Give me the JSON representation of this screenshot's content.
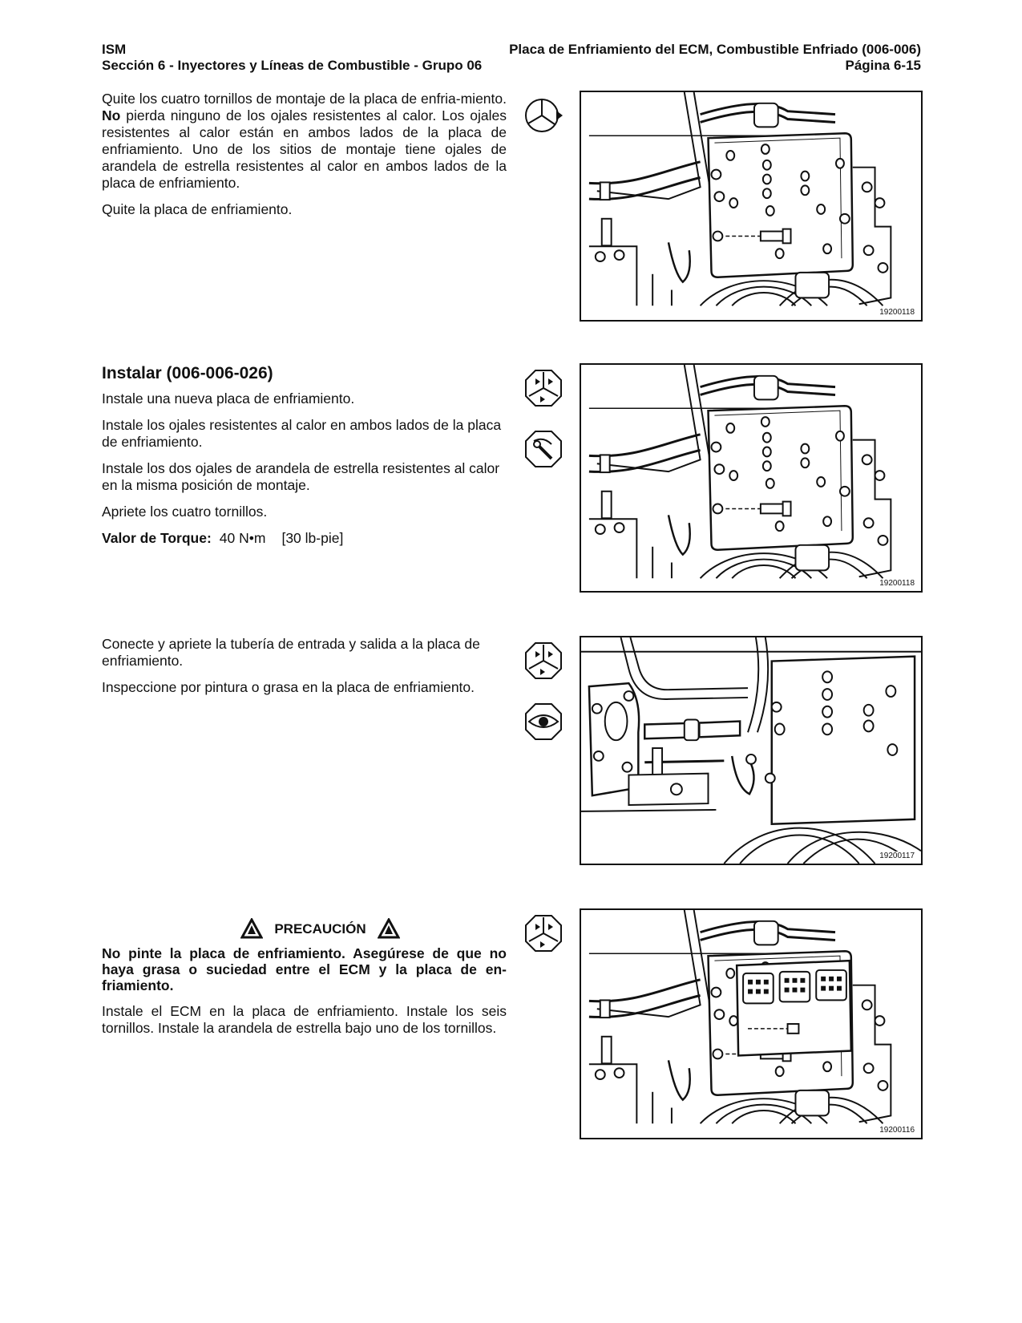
{
  "header": {
    "left_line1": "ISM",
    "right_line1": "Placa de Enfriamiento del ECM, Combustible Enfriado (006-006)",
    "left_line2": "Sección 6 - Inyectores y Líneas de Combustible - Grupo 06",
    "right_line2": "Página 6-15"
  },
  "block1": {
    "p1_a": "Quite los cuatro tornillos de montaje de la placa de enfria-miento. ",
    "p1_bold": "No",
    "p1_b": " pierda ninguno de los ojales resistentes al calor. Los ojales resistentes al calor están en ambos lados de la placa de enfriamiento. Uno de los sitios de montaje tiene ojales de arandela de estrella resistentes al calor en ambos lados de la placa de enfriamiento.",
    "p2": "Quite la placa de enfriamiento.",
    "figure_number": "19200118"
  },
  "block2": {
    "title": "Instalar (006-006-026)",
    "p1": "Instale una nueva placa de enfriamiento.",
    "p2": "Instale los ojales resistentes al calor en ambos lados de la placa de enfriamiento.",
    "p3": "Instale los dos ojales de arandela de estrella resistentes al calor en la misma posición de montaje.",
    "p4": "Apriete los cuatro tornillos.",
    "torque_label": "Valor de Torque:",
    "torque_metric": "40 N•m",
    "torque_imperial": "[30  lb-pie]",
    "figure_number": "19200118"
  },
  "block3": {
    "p1": "Conecte y apriete la tubería de entrada y salida a la placa de enfriamiento.",
    "p2": "Inspeccione por pintura o grasa en la placa de enfriamiento.",
    "figure_number": "19200117"
  },
  "block4": {
    "caution_label": "PRECAUCIÓN",
    "caution_text": "No pinte la placa de enfriamiento. Asegúrese de que no haya grasa o suciedad entre el ECM y la placa de en-friamiento.",
    "p1": "Instale el ECM en la placa de enfriamiento. Instale los seis tornillos. Instale la arandela de estrella bajo uno de los tornillos.",
    "figure_number": "19200116"
  }
}
